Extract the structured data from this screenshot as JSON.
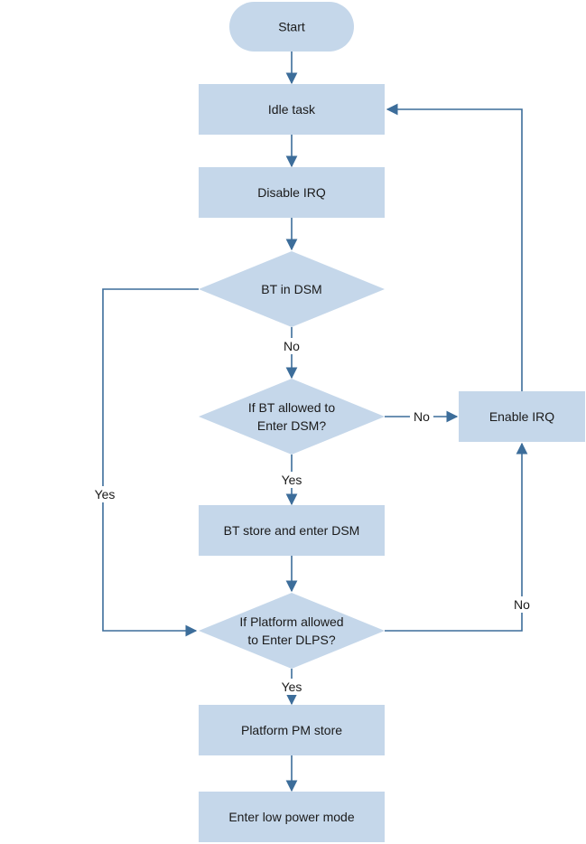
{
  "nodes": {
    "start": {
      "label": "Start",
      "shape": "terminator"
    },
    "idle_task": {
      "label": "Idle task",
      "shape": "process"
    },
    "disable_irq": {
      "label": "Disable IRQ",
      "shape": "process"
    },
    "bt_in_dsm": {
      "label": "BT in DSM",
      "shape": "decision"
    },
    "bt_allowed": {
      "line1": "If BT allowed to",
      "line2": "Enter DSM?",
      "shape": "decision"
    },
    "enable_irq": {
      "label": "Enable IRQ",
      "shape": "process"
    },
    "bt_store": {
      "label": "BT store and enter DSM",
      "shape": "process"
    },
    "platform_allowed": {
      "line1": "If Platform allowed",
      "line2": "to Enter DLPS?",
      "shape": "decision"
    },
    "platform_pm_store": {
      "label": "Platform PM store",
      "shape": "process"
    },
    "low_power": {
      "label": "Enter low power mode",
      "shape": "process"
    }
  },
  "edges": {
    "bt_in_dsm_no": "No",
    "bt_in_dsm_yes": "Yes",
    "bt_allowed_no": "No",
    "bt_allowed_yes": "Yes",
    "platform_allowed_no": "No",
    "platform_allowed_yes": "Yes"
  },
  "colors": {
    "node_fill": "#c5d7ea",
    "connector": "#3c6d9a"
  }
}
